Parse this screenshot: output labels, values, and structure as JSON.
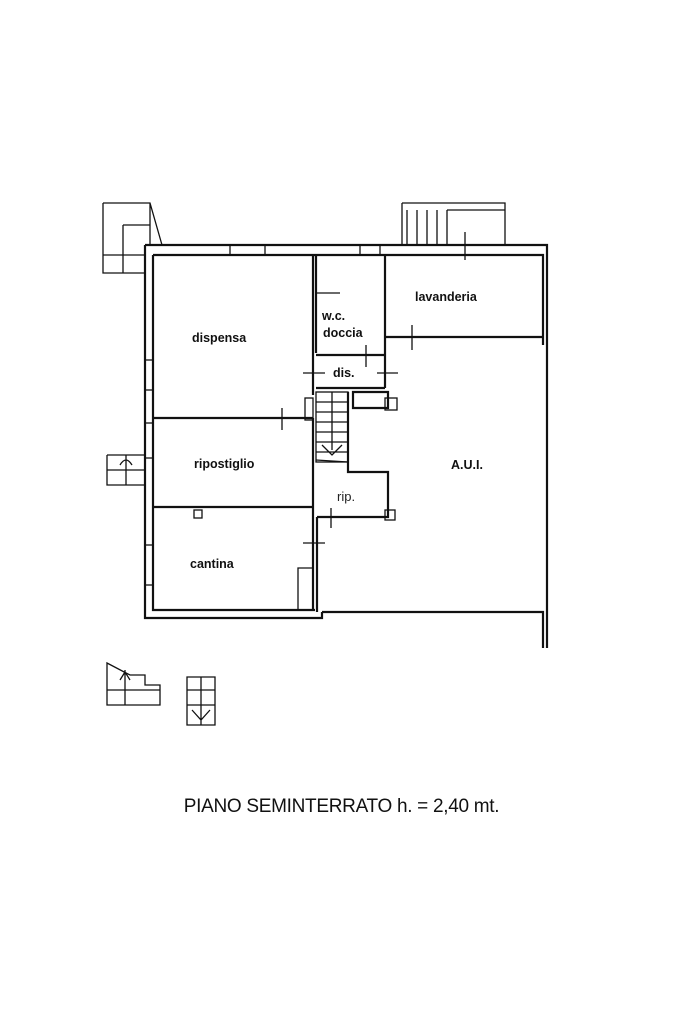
{
  "plan": {
    "title": "PIANO SEMINTERRATO h. = 2,40 mt.",
    "rooms": {
      "dispensa": "dispensa",
      "wc": "w.c.",
      "doccia": "doccia",
      "lavanderia": "lavanderia",
      "dis": "dis.",
      "ripostiglio": "ripostiglio",
      "aui": "A.U.I.",
      "rip": "rip.",
      "cantina": "cantina"
    }
  }
}
